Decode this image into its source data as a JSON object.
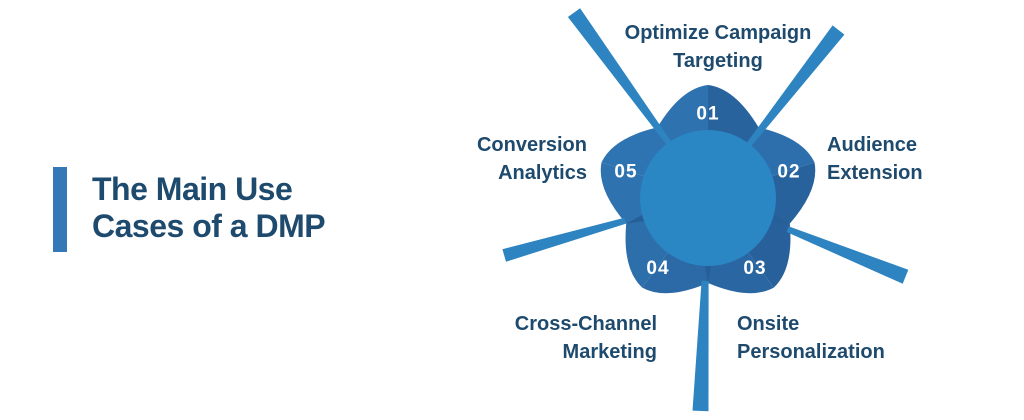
{
  "title": {
    "line1": "The Main Use",
    "line2": "Cases of a DMP"
  },
  "diagram": {
    "items": [
      {
        "number": "01",
        "lines": [
          "Optimize Campaign",
          "Targeting"
        ]
      },
      {
        "number": "02",
        "lines": [
          "Audience",
          "Extension"
        ]
      },
      {
        "number": "03",
        "lines": [
          "Onsite",
          "Personalization"
        ]
      },
      {
        "number": "04",
        "lines": [
          "Cross-Channel",
          "Marketing"
        ]
      },
      {
        "number": "05",
        "lines": [
          "Conversion",
          "Analytics"
        ]
      }
    ]
  },
  "colors": {
    "text": "#1e4a6d",
    "title_bar": "#3478b8",
    "center_circle": "#2b86c4",
    "ray": "#2e84c0",
    "valley_wedge": "#265e98",
    "number_text": "#ffffff",
    "petals": [
      {
        "a": "#2e72b0",
        "b": "#28639e"
      },
      {
        "a": "#2d6ead",
        "b": "#28629c"
      },
      {
        "a": "#27609a",
        "b": "#2a67a2"
      },
      {
        "a": "#2b6aa6",
        "b": "#2d6fab"
      },
      {
        "a": "#2e72b0",
        "b": "#2f74b2"
      }
    ]
  }
}
